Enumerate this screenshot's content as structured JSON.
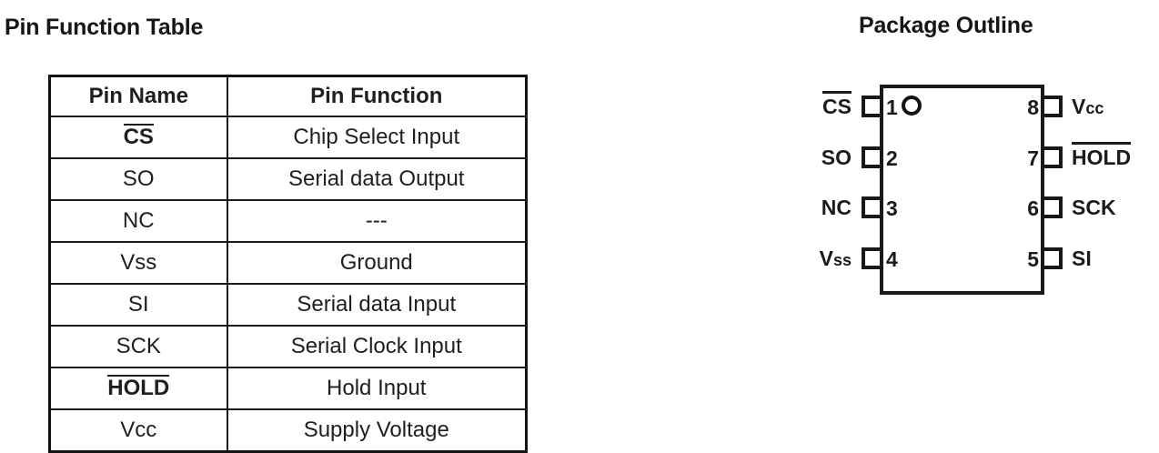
{
  "table_section": {
    "heading": "Pin Function Table",
    "columns": [
      "Pin Name",
      "Pin Function"
    ],
    "rows": [
      {
        "pin_name": "CS",
        "overbar": true,
        "pin_function": "Chip Select Input"
      },
      {
        "pin_name": "SO",
        "overbar": false,
        "pin_function": "Serial data Output"
      },
      {
        "pin_name": "NC",
        "overbar": false,
        "pin_function": "---"
      },
      {
        "pin_name": "Vss",
        "overbar": false,
        "pin_function": "Ground"
      },
      {
        "pin_name": "SI",
        "overbar": false,
        "pin_function": "Serial data Input"
      },
      {
        "pin_name": "SCK",
        "overbar": false,
        "pin_function": "Serial Clock Input"
      },
      {
        "pin_name": "HOLD",
        "overbar": true,
        "pin_function": "Hold Input"
      },
      {
        "pin_name": "Vcc",
        "overbar": false,
        "pin_function": "Supply Voltage"
      }
    ]
  },
  "package_section": {
    "heading": "Package Outline",
    "pin1_marker": "pin-1-dot-icon",
    "left_pins": [
      {
        "number": "1",
        "label": "CS",
        "label_suffix": "",
        "overbar": true
      },
      {
        "number": "2",
        "label": "SO",
        "label_suffix": "",
        "overbar": false
      },
      {
        "number": "3",
        "label": "NC",
        "label_suffix": "",
        "overbar": false
      },
      {
        "number": "4",
        "label": "V",
        "label_suffix": "ss",
        "overbar": false
      }
    ],
    "right_pins": [
      {
        "number": "8",
        "label": "V",
        "label_suffix": "cc",
        "overbar": false
      },
      {
        "number": "7",
        "label": "HOLD",
        "label_suffix": "",
        "overbar": true
      },
      {
        "number": "6",
        "label": "SCK",
        "label_suffix": "",
        "overbar": false
      },
      {
        "number": "5",
        "label": "SI",
        "label_suffix": "",
        "overbar": false
      }
    ]
  },
  "colors": {
    "ink": "#1b1b1b",
    "background": "#ffffff"
  }
}
